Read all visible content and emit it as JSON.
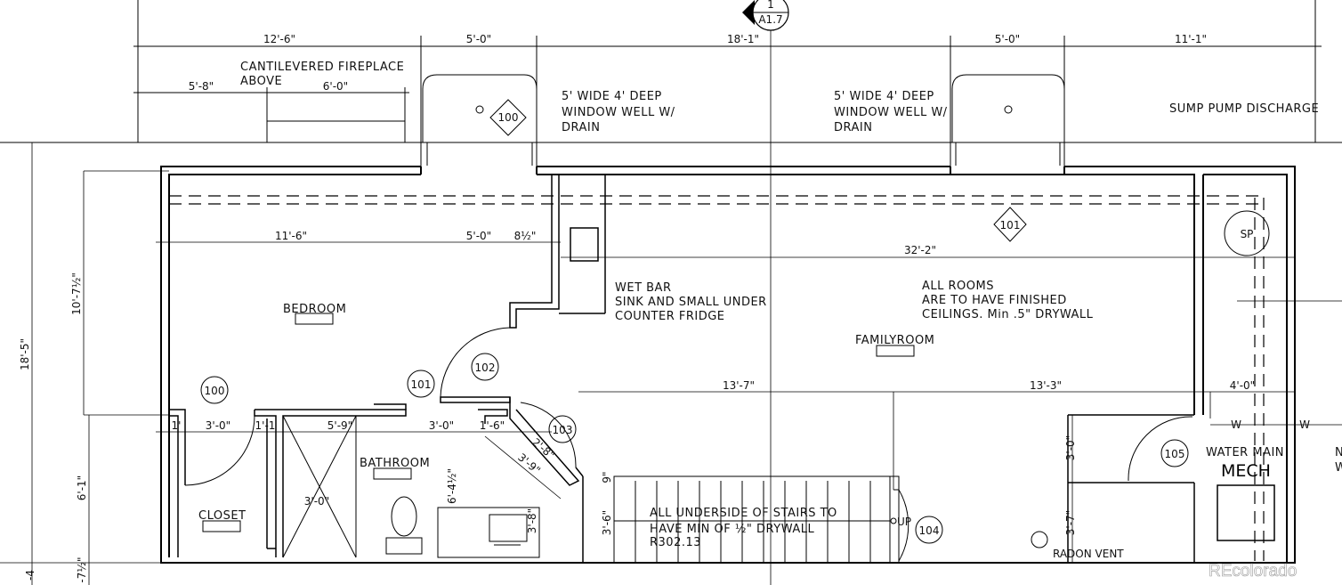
{
  "section_marker": {
    "number": "1",
    "sheet": "A1.7"
  },
  "dims_top": {
    "d1": "12'-6\"",
    "d2": "5'-0\"",
    "d3": "18'-1\"",
    "d4": "5'-0\"",
    "d5": "11'-1\""
  },
  "dims_upper": {
    "d1": "5'-8\"",
    "d2": "6'-0\""
  },
  "notes": {
    "fireplace_1": "CANTILEVERED FIREPLACE",
    "fireplace_2": "ABOVE",
    "ww1_1": "5' WIDE 4' DEEP",
    "ww1_2": "WINDOW WELL W/",
    "ww1_3": "DRAIN",
    "ww2_1": "5' WIDE 4' DEEP",
    "ww2_2": "WINDOW WELL W/",
    "ww2_3": "DRAIN",
    "sump": "SUMP PUMP DISCHARGE",
    "wetbar_1": "WET BAR",
    "wetbar_2": "SINK AND SMALL UNDER",
    "wetbar_3": "COUNTER FRIDGE",
    "ceil_1": "ALL ROOMS",
    "ceil_2": "ARE TO HAVE FINISHED",
    "ceil_3": "CEILINGS. Min .5\" DRYWALL",
    "stairs_1": "ALL UNDERSIDE OF STAIRS TO",
    "stairs_2": "HAVE MIN OF ½\" DRYWALL",
    "stairs_3": "R302.13",
    "up": "UP",
    "radon": "RADON VENT",
    "water_main": "WATER MAIN"
  },
  "rooms": {
    "bedroom": "BEDROOM",
    "family": "FAMILYROOM",
    "bathroom": "BATHROOM",
    "closet": "CLOSET",
    "mech": "MECH"
  },
  "tags": {
    "t100a": "100",
    "t100b": "100",
    "t101a": "101",
    "t101b": "101",
    "t102": "102",
    "t103": "103",
    "t104": "104",
    "t105": "105",
    "sp": "SP"
  },
  "dims_inner": {
    "a1": "11'-6\"",
    "a2": "5'-0\"",
    "a3": "8½\"",
    "a4": "32'-2\"",
    "b1": "13'-7\"",
    "b2": "13'-3\"",
    "b3": "4'-0\"",
    "c1": "1'",
    "c2": "3'-0\"",
    "c3": "1'-1",
    "c4": "5'-9\"",
    "c5": "3'-0\"",
    "c6": "1'-6\"",
    "c7": "2'-8\"",
    "c8": "3'-9\"",
    "c9": "3'-0\"",
    "c10": "6'-4½\"",
    "c11": "3'-8\"",
    "c12": "9\"",
    "c13": "3'-6\"",
    "c14": "3'-0\"",
    "c15": "3'-7\""
  },
  "dims_left": {
    "l1": "18'-5\"",
    "l2": "10'-7½\"",
    "l3": "6'-1\"",
    "l4": "-7½\"",
    "l5": "-4"
  },
  "misc": {
    "w1": "W",
    "w2": "W",
    "edge1": "N",
    "edge2": "W"
  },
  "watermark": "REcolorado"
}
